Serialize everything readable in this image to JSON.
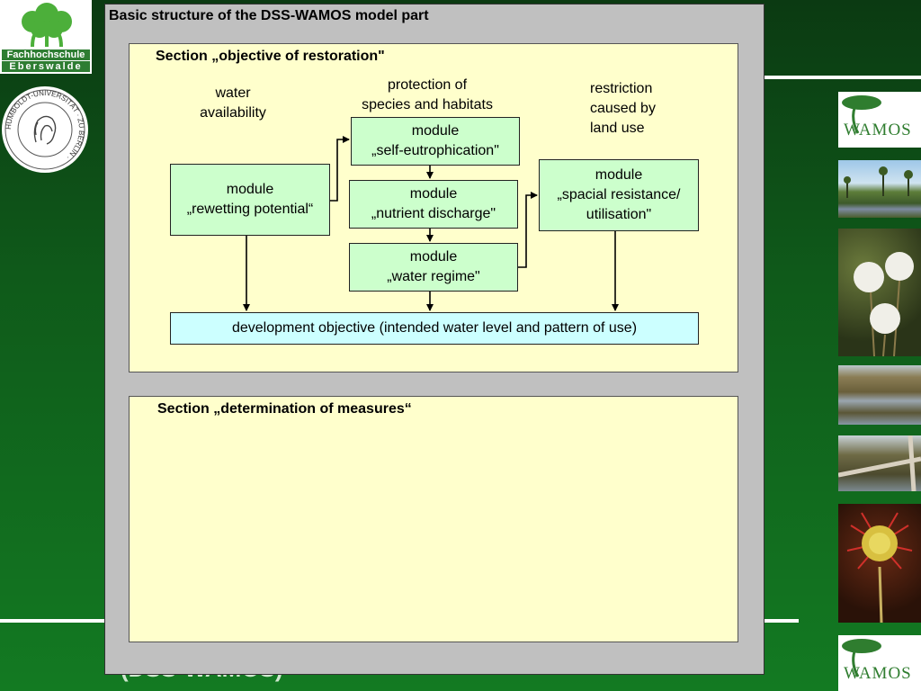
{
  "panel": {
    "title": "Basic structure of the DSS-WAMOS model part"
  },
  "section1": {
    "title": "Section „objective of restoration\"",
    "labels": {
      "water": "water\navailability",
      "protection": "protection of\nspecies and habitats",
      "restriction": "restriction\ncaused by\nland use"
    },
    "modules": {
      "rewetting": {
        "line1": "module",
        "line2": "„rewetting potential“"
      },
      "eutrophication": {
        "line1": "module",
        "line2": "„self-eutrophication\""
      },
      "nutrient": {
        "line1": "module",
        "line2": "„nutrient discharge\""
      },
      "water_regime": {
        "line1": "module",
        "line2": "„water regime\""
      },
      "spacial": {
        "line1": "module",
        "line2": "„spacial resistance/",
        "line3": "utilisation\""
      }
    },
    "development": "development objective (intended water level and pattern of use)"
  },
  "section2": {
    "title": "Section „determination of measures“"
  },
  "sidebar": {
    "logo_fh_line1": "Fachhochschule",
    "logo_fh_line2": "Eberswalde",
    "logo_hu_text": "HUMBOLDT-UNIVERSITÄT · ZU BERLIN ·",
    "wamos_logo_text": "WAMOS"
  },
  "footer": {
    "text": "(DSS-WAMOS)"
  }
}
